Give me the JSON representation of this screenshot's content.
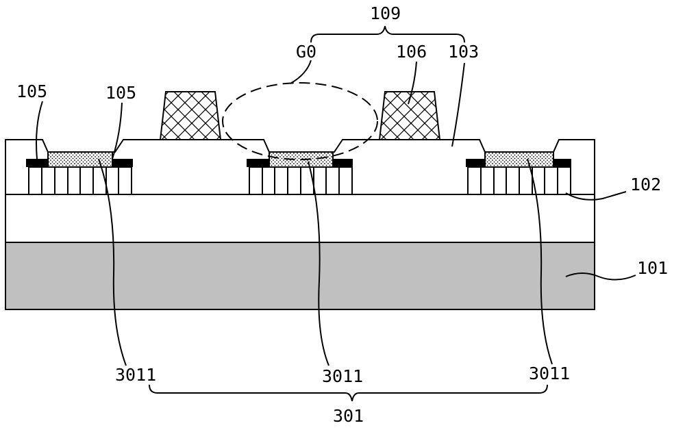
{
  "labels": {
    "label_109": "109",
    "label_g0": "G0",
    "label_106": "106",
    "label_103": "103",
    "label_105_left": "105",
    "label_105_right": "105",
    "label_102": "102",
    "label_101": "101",
    "label_3011_left": "3011",
    "label_3011_center": "3011",
    "label_3011_right": "3011",
    "label_301": "301"
  },
  "colors": {
    "substrate": "#c0c0c0",
    "outline": "#000000",
    "background": "#ffffff",
    "contact": "#000000"
  }
}
